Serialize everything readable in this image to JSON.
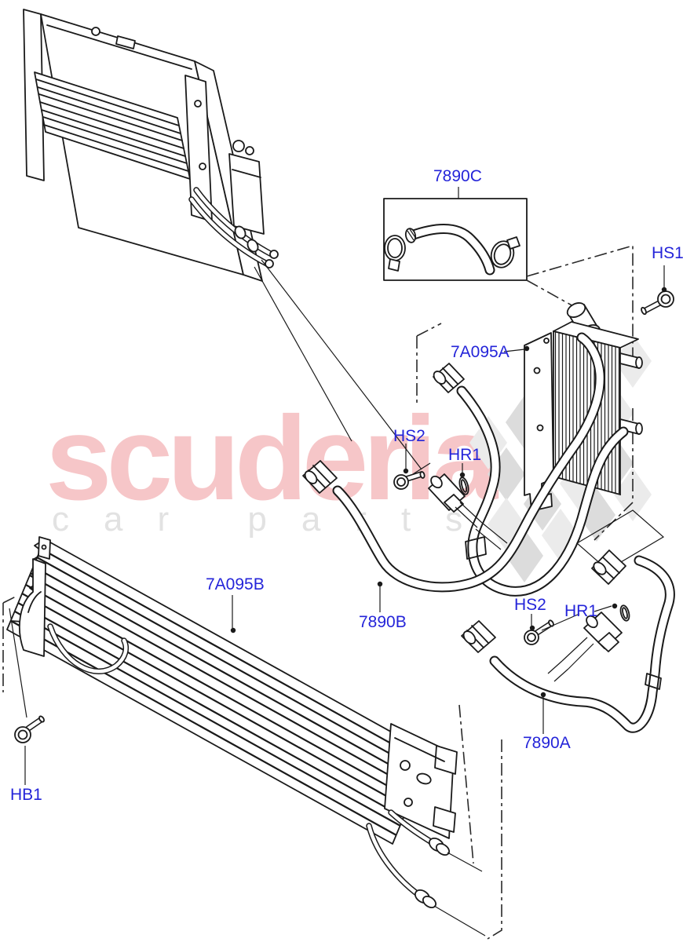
{
  "watermark": {
    "brand": "scuderia",
    "subtitle": "car parts"
  },
  "colors": {
    "label_blue": "#2424d9",
    "line": "#1a1a1a",
    "brand_pink": "#f6c6c8",
    "sub_gray": "#e2e2e2",
    "checker_light": "#ebebeb",
    "checker_dark": "#dcdcdc"
  },
  "callouts": [
    {
      "text": "7890C"
    },
    {
      "text": "HS1"
    },
    {
      "text": "7A095A"
    },
    {
      "text": "HS2"
    },
    {
      "text": "HR1"
    },
    {
      "text": "7890B"
    },
    {
      "text": "7A095B"
    },
    {
      "text": "HS2"
    },
    {
      "text": "HR1"
    },
    {
      "text": "7890A"
    },
    {
      "text": "HB1"
    }
  ]
}
